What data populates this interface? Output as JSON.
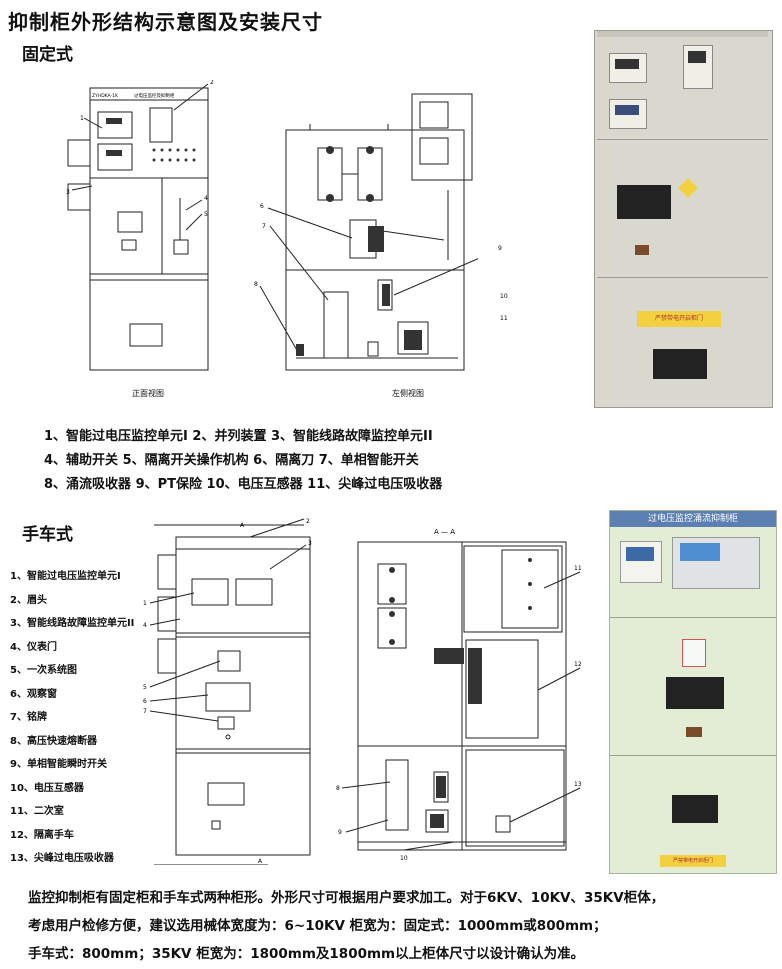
{
  "title": "抑制柜外形结构示意图及安装尺寸",
  "fixed": {
    "heading": "固定式",
    "front_label": "正面视图",
    "side_label": "左侧视图",
    "front_panel_text": "过电压监控及抑制柜",
    "front_model": "ZYHDKA-1K",
    "legend_lines": [
      "1、智能过电压监控单元I  2、并列装置  3、智能线路故障监控单元II",
      "4、辅助开关  5、隔离开关操作机构  6、隔离刀  7、单相智能开关",
      "8、涌流吸收器 9、PT保险  10、电压互感器   11、尖峰过电压吸收器"
    ],
    "photo_warning": "严禁带电开启柜门"
  },
  "cart": {
    "heading": "手车式",
    "items": [
      "1、智能过电压监控单元I",
      "2、眉头",
      "3、智能线路故障监控单元II",
      "4、仪表门",
      "5、一次系统图",
      "6、观察窗",
      "7、铭牌",
      "8、高压快速熔断器",
      "9、单相智能瞬时开关",
      "10、电压互感器",
      "11、二次室",
      "12、隔离手车",
      "13、尖峰过电压吸收器"
    ],
    "section_label": "A — A",
    "arrow_label": "A",
    "photo_header": "过电压监控涌流抑制柜",
    "photo_warning": "严禁带电开启柜门"
  },
  "note_lines": [
    "监控抑制柜有固定柜和手车式两种柜形。外形尺寸可根据用户要求加工。对于6KV、10KV、35KV柜体，",
    "考虑用户检修方便，建议选用械体宽度为：6~10KV 柜宽为：固定式：1000mm或800mm；",
    "手车式：800mm；35KV 柜宽为：1800mm及1800mm以上柜体尺寸以设计确认为准。"
  ],
  "colors": {
    "photo_panel": "#d8d8cf",
    "photo_cart_panel": "#e3ecd4",
    "cart_header": "#5a7fb0",
    "warning": "#f3d040"
  }
}
